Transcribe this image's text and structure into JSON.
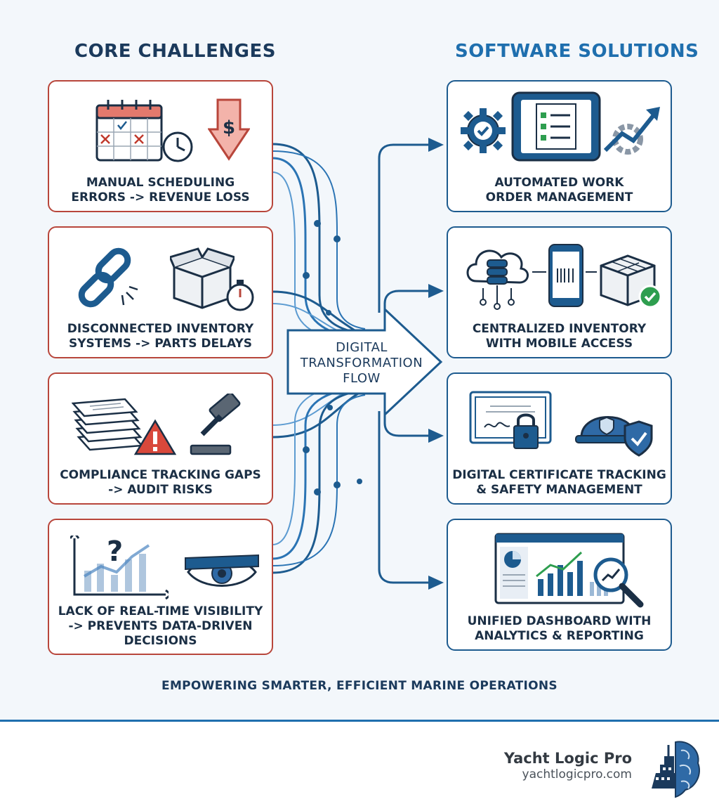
{
  "titles": {
    "challenges": "CORE CHALLENGES",
    "solutions": "SOFTWARE SOLUTIONS"
  },
  "challenges": [
    {
      "line1": "MANUAL SCHEDULING",
      "line2": "ERRORS -> REVENUE LOSS",
      "icons": [
        "calendar-icon",
        "clock-icon",
        "dollar-down-arrow-icon"
      ]
    },
    {
      "line1": "DISCONNECTED INVENTORY",
      "line2": "SYSTEMS -> PARTS DELAYS",
      "icons": [
        "broken-chain-icon",
        "box-icon",
        "stopwatch-icon"
      ]
    },
    {
      "line1": "COMPLIANCE TRACKING GAPS",
      "line2": "-> AUDIT RISKS",
      "icons": [
        "paper-stack-icon",
        "warning-icon",
        "gavel-icon"
      ]
    },
    {
      "line1": "LACK OF REAL-TIME VISIBILITY",
      "line2": "-> PREVENTS DATA-DRIVEN",
      "line3": "DECISIONS",
      "icons": [
        "blurry-chart-icon",
        "question-icon",
        "blindfold-eye-icon"
      ]
    }
  ],
  "solutions": [
    {
      "line1": "AUTOMATED WORK",
      "line2": "ORDER MANAGEMENT",
      "icons": [
        "gear-check-icon",
        "tablet-checklist-icon",
        "gear-growth-icon"
      ]
    },
    {
      "line1": "CENTRALIZED INVENTORY",
      "line2": "WITH MOBILE ACCESS",
      "icons": [
        "cloud-database-icon",
        "phone-barcode-icon",
        "box-check-icon"
      ]
    },
    {
      "line1": "DIGITAL CERTIFICATE TRACKING",
      "line2": "& SAFETY MANAGEMENT",
      "icons": [
        "certificate-lock-icon",
        "hard-hat-shield-icon"
      ]
    },
    {
      "line1": "UNIFIED DASHBOARD WITH",
      "line2": "ANALYTICS & REPORTING",
      "icons": [
        "dashboard-icon",
        "magnifier-icon"
      ]
    }
  ],
  "flow": {
    "line1": "DIGITAL",
    "line2": "TRANSFORMATION",
    "line3": "FLOW"
  },
  "tagline": "EMPOWERING SMARTER, EFFICIENT MARINE OPERATIONS",
  "brand": {
    "name": "Yacht Logic Pro",
    "url": "yachtlogicpro.com",
    "logo": "yacht-brain-logo-icon"
  },
  "colors": {
    "challenge_border": "#b8463b",
    "solution_border": "#1d5b8f",
    "accent_blue": "#1f6fae",
    "navy": "#1b3a5c",
    "background": "#f3f7fb"
  }
}
